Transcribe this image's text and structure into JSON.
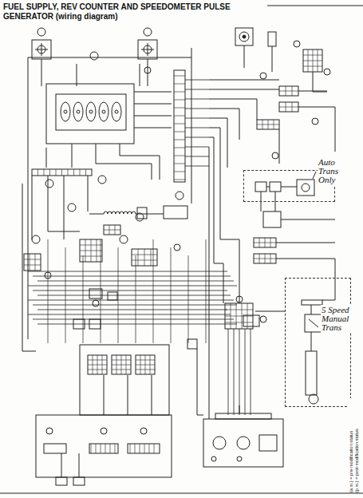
{
  "diagram": {
    "title": "FUEL SUPPLY, REV COUNTER AND SPEEDOMETER PULSE GENERATOR (wiring diagram)",
    "nodes": [
      {
        "text": [
          "Auto Trans Only"
        ]
      },
      {
        "text": [
          "5 Speed Manual Trans"
        ]
      }
    ],
    "labels": [
      "(a.m.) = pre-modification status",
      "(p.m.) = post-modification status"
    ]
  }
}
